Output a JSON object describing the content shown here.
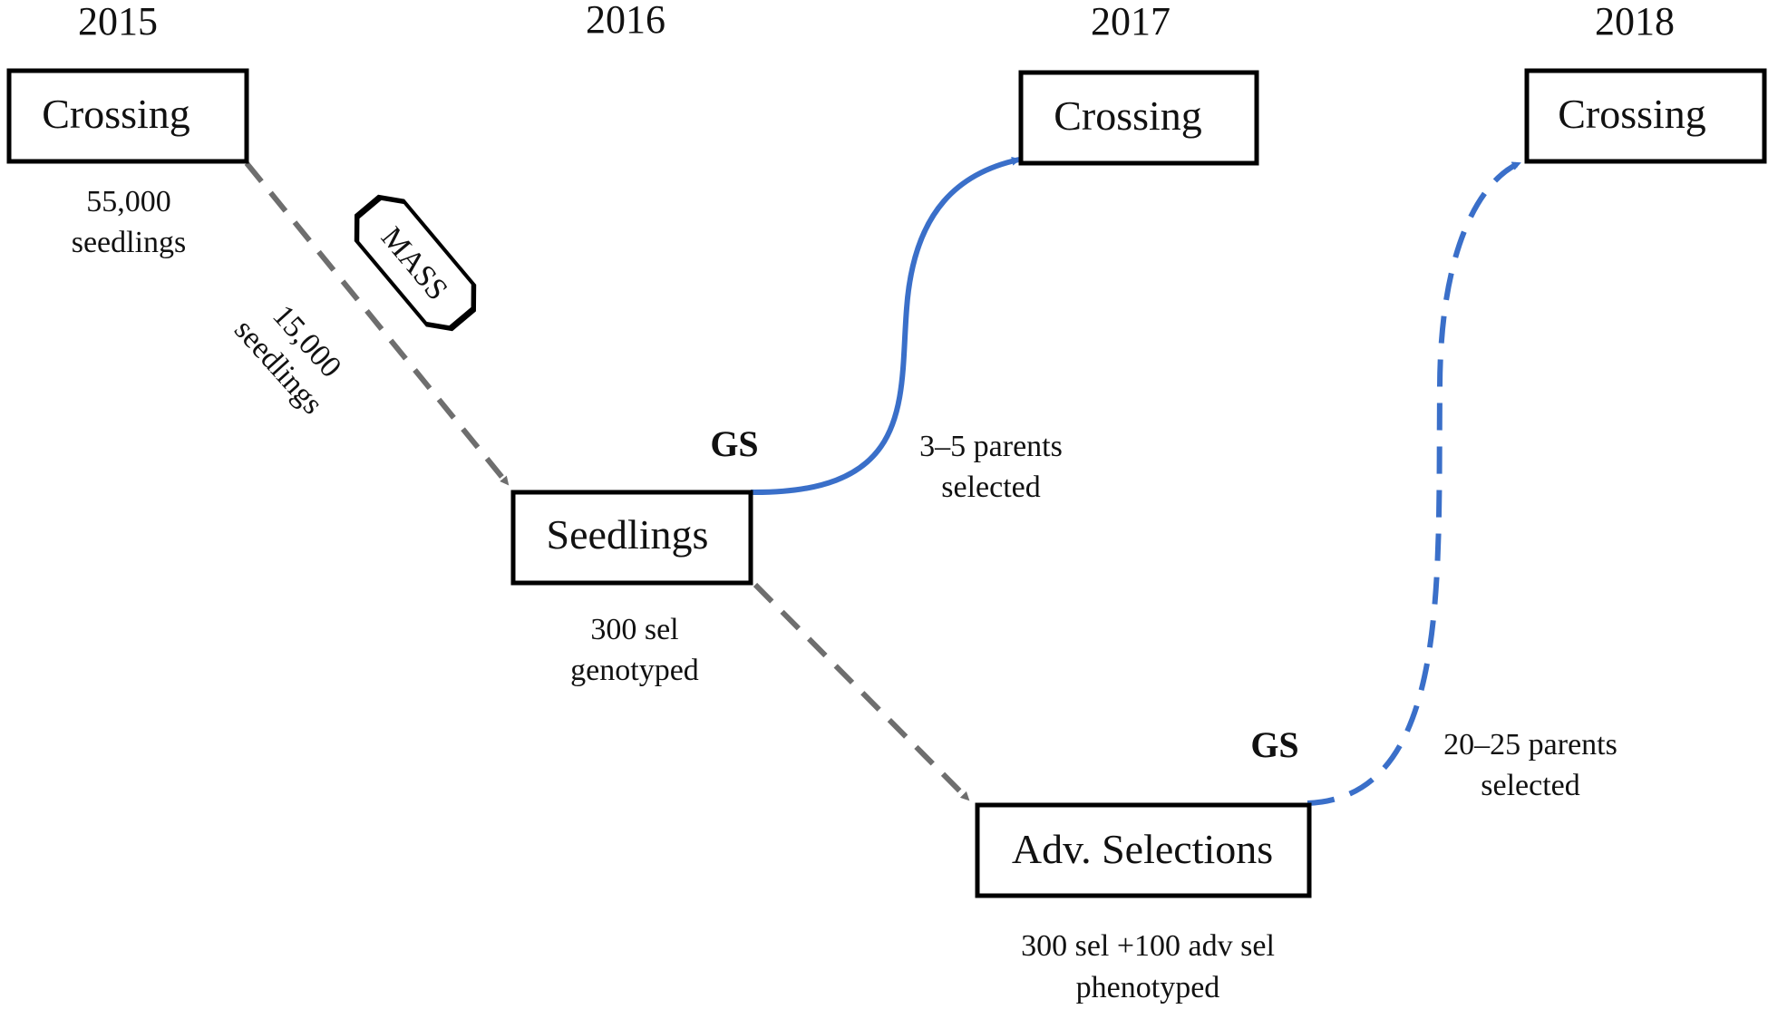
{
  "years": [
    "2015",
    "2016",
    "2017",
    "2018"
  ],
  "boxes": {
    "crossing_2015": "Crossing",
    "seedlings": "Seedlings",
    "crossing_2017": "Crossing",
    "adv_selections": "Adv. Selections",
    "crossing_2018": "Crossing"
  },
  "notes": {
    "seedlings_55000": [
      "55,000",
      "seedlings"
    ],
    "seedlings_15000": [
      "15,000",
      "seedlings"
    ],
    "sel_300_genotyped": [
      "300 sel",
      "genotyped"
    ],
    "parents_3_5": [
      "3–5 parents",
      "selected"
    ],
    "parents_20_25": [
      "20–25 parents",
      "selected"
    ],
    "sel_300_adv_100_phenotyped": [
      "300 sel +100 adv sel",
      "phenotyped"
    ]
  },
  "gs_labels": [
    "GS",
    "GS"
  ],
  "mass_label": "MASS",
  "colors": {
    "gray_arrow": "#6e6e6e",
    "blue_arrow": "#3a6fc9",
    "box_stroke": "#000000"
  }
}
